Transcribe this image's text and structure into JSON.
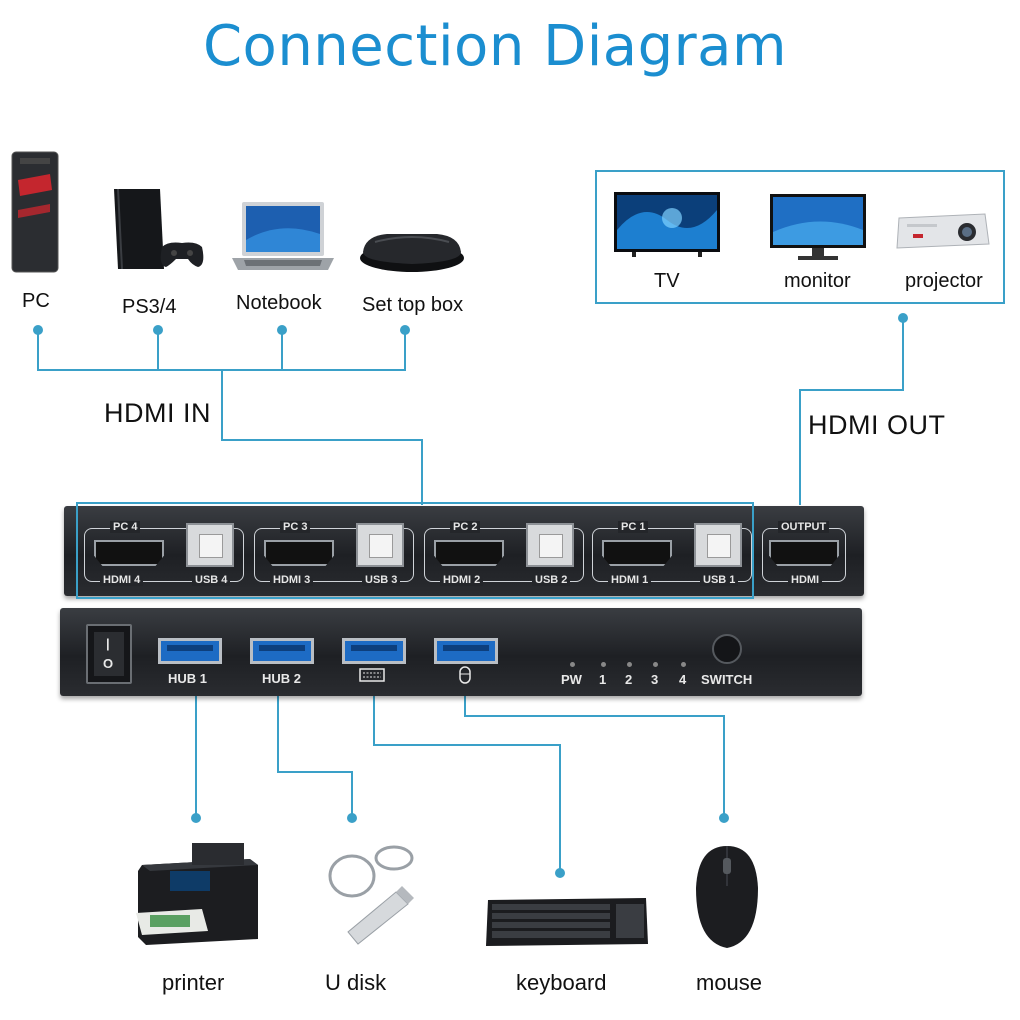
{
  "title": "Connection Diagram",
  "inputs": {
    "group_label": "HDMI IN",
    "devices": [
      {
        "label": "PC",
        "icon": "pc-tower-icon"
      },
      {
        "label": "PS3/4",
        "icon": "game-console-icon"
      },
      {
        "label": "Notebook",
        "icon": "laptop-icon"
      },
      {
        "label": "Set top box",
        "icon": "set-top-box-icon"
      }
    ]
  },
  "outputs": {
    "group_label": "HDMI OUT",
    "devices": [
      {
        "label": "TV",
        "icon": "tv-icon"
      },
      {
        "label": "monitor",
        "icon": "monitor-icon"
      },
      {
        "label": "projector",
        "icon": "projector-icon"
      }
    ]
  },
  "rear_panel": {
    "ports": [
      {
        "pc": "PC 4",
        "hdmi": "HDMI 4",
        "usb": "USB 4"
      },
      {
        "pc": "PC 3",
        "hdmi": "HDMI 3",
        "usb": "USB 3"
      },
      {
        "pc": "PC 2",
        "hdmi": "HDMI 2",
        "usb": "USB 2"
      },
      {
        "pc": "PC 1",
        "hdmi": "HDMI 1",
        "usb": "USB 1"
      }
    ],
    "output": {
      "top": "OUTPUT",
      "bottom": "HDMI"
    }
  },
  "front_panel": {
    "power_symbols": {
      "on": "|",
      "off": "O"
    },
    "hub1": "HUB 1",
    "hub2": "HUB 2",
    "keyboard_port_icon": "keyboard-icon",
    "mouse_port_icon": "mouse-icon",
    "leds": [
      "PW",
      "1",
      "2",
      "3",
      "4"
    ],
    "switch_label": "SWITCH"
  },
  "peripherals": [
    {
      "label": "printer",
      "icon": "printer-icon"
    },
    {
      "label": "U disk",
      "icon": "usb-flash-drive-icon"
    },
    {
      "label": "keyboard",
      "icon": "keyboard-icon"
    },
    {
      "label": "mouse",
      "icon": "mouse-icon"
    }
  ],
  "colors": {
    "accent": "#1b8ed0",
    "line": "#3aa0c8",
    "panel": "#222428"
  }
}
